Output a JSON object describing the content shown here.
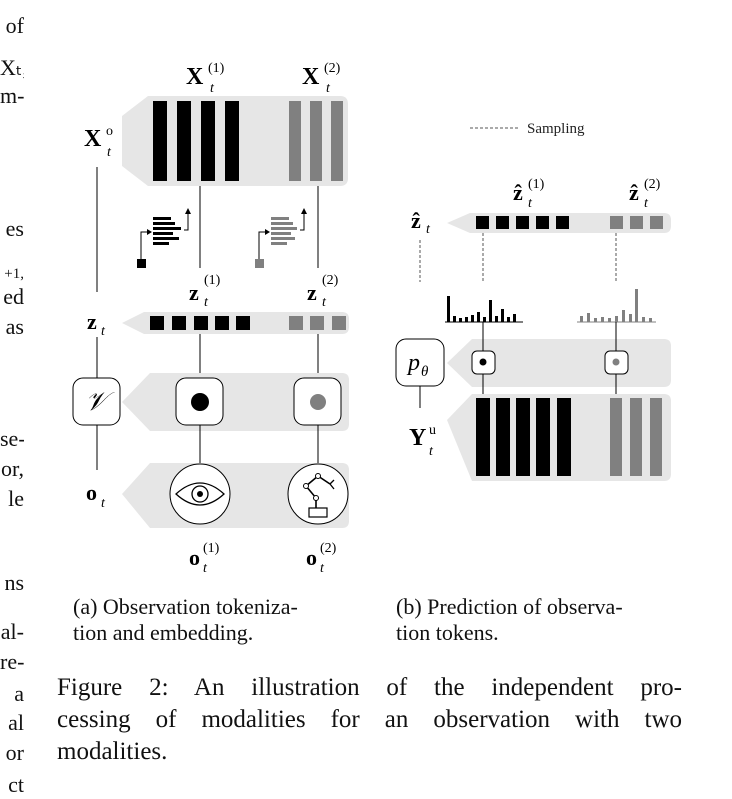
{
  "left_column_fragments": [
    "of",
    "Xₜ,",
    "m-",
    "es",
    "+1,",
    "ed",
    "as",
    "se-",
    "or,",
    "le",
    "ns",
    "al-",
    "re-",
    "a",
    "al",
    "or",
    "ct"
  ],
  "figure": {
    "panel_a": {
      "label_x1": "X",
      "label_x1_sup": "(1)",
      "label_x1_sub": "t",
      "label_x2": "X",
      "label_x2_sup": "(2)",
      "label_x2_sub": "t",
      "label_xo": "X",
      "label_xo_sup": "o",
      "label_xo_sub": "t",
      "label_z1": "z",
      "label_z1_sup": "(1)",
      "label_z1_sub": "t",
      "label_z2": "z",
      "label_z2_sup": "(2)",
      "label_z2_sub": "t",
      "label_zt": "z",
      "label_zt_sub": "t",
      "label_v": "𝒱",
      "label_ot": "o",
      "label_ot_sub": "t",
      "label_o1": "o",
      "label_o1_sup": "(1)",
      "label_o1_sub": "t",
      "label_o2": "o",
      "label_o2_sup": "(2)",
      "label_o2_sub": "t",
      "caption_line1": "(a) Observation tokeniza-",
      "caption_line2": "tion and embedding."
    },
    "panel_b": {
      "legend_sampling": "Sampling",
      "label_zhat1": "ẑ",
      "label_zhat1_sup": "(1)",
      "label_zhat1_sub": "t",
      "label_zhat2": "ẑ",
      "label_zhat2_sup": "(2)",
      "label_zhat2_sub": "t",
      "label_zhat": "ẑ",
      "label_zhat_sub": "t",
      "label_p": "p",
      "label_p_sub": "θ",
      "label_yu": "Y",
      "label_yu_sup": "u",
      "label_yu_sub": "t",
      "caption_line1": "(b) Prediction of observa-",
      "caption_line2": "tion tokens."
    },
    "colors": {
      "modality1": "#000000",
      "modality2": "#808080",
      "band": "#e6e6e6"
    }
  },
  "caption": {
    "line1": "Figure 2:  An illustration of the independent pro-",
    "line2": "cessing of modalities for an observation with two",
    "line3": "modalities."
  }
}
